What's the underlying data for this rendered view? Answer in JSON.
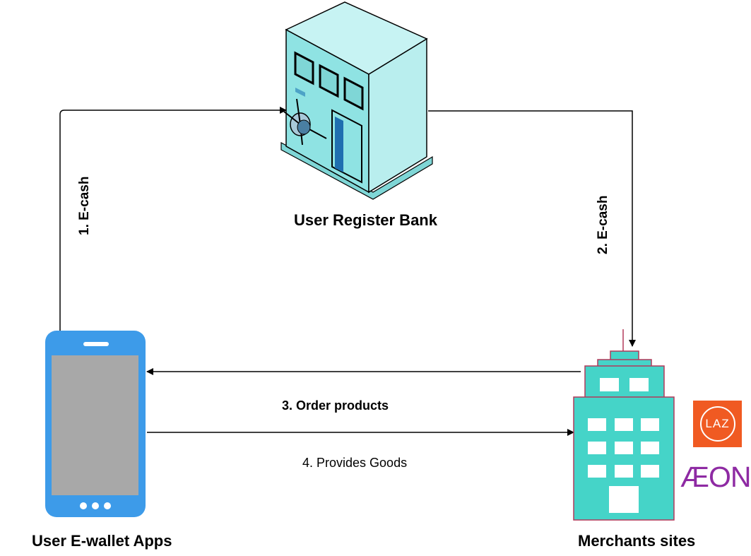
{
  "nodes": {
    "bank": {
      "label": "User Register Bank"
    },
    "wallet": {
      "label": "User E-wallet Apps"
    },
    "merchants": {
      "label": "Merchants sites"
    }
  },
  "edges": [
    {
      "id": "e1",
      "label": "1. E-cash",
      "from": "wallet",
      "to": "bank"
    },
    {
      "id": "e2",
      "label": "2. E-cash",
      "from": "bank",
      "to": "merchants"
    },
    {
      "id": "e3",
      "label": "3. Order products",
      "from": "merchants",
      "to": "wallet"
    },
    {
      "id": "e4",
      "label": "4. Provides Goods",
      "from": "wallet",
      "to": "merchants"
    }
  ],
  "logos": {
    "lazada": {
      "text": "LAZ",
      "color": "#f05a22"
    },
    "aeon": {
      "text": "ÆON",
      "color": "#8e2aa3"
    }
  },
  "colors": {
    "bank_body": "#8fe3e3",
    "phone_body": "#3d9be9",
    "phone_screen": "#a8a8a8",
    "building_body": "#45d4c8",
    "building_outline": "#b23a5a"
  }
}
